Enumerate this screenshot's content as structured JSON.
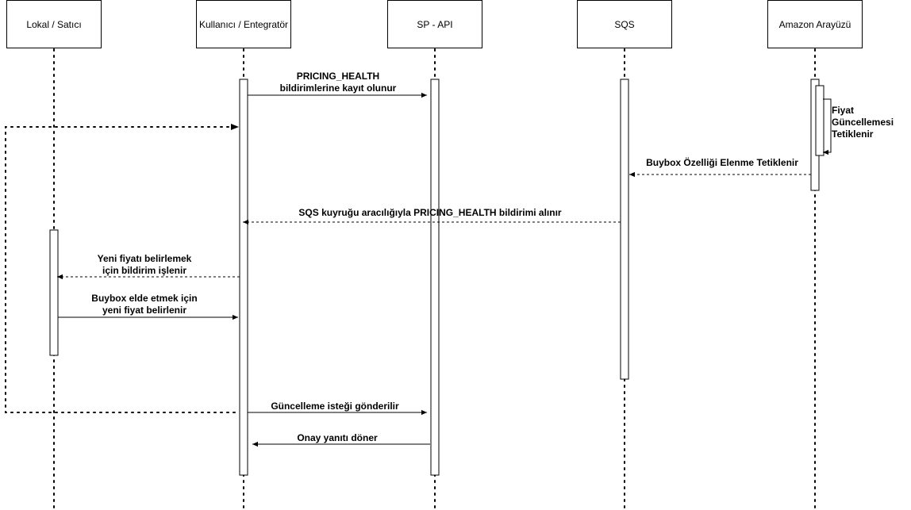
{
  "actors": [
    {
      "id": "lokal",
      "label": "Lokal / Satıcı"
    },
    {
      "id": "kullanici",
      "label": "Kullanıcı / Entegratör"
    },
    {
      "id": "spapi",
      "label": "SP - API"
    },
    {
      "id": "sqs",
      "label": "SQS"
    },
    {
      "id": "amazon",
      "label": "Amazon Arayüzü"
    }
  ],
  "messages": [
    {
      "id": "subscribe",
      "label": "PRICING_HEALTH\nbildirimlerine kayıt olunur",
      "from": "kullanici",
      "to": "spapi",
      "style": "solid"
    },
    {
      "id": "price-update-trigger",
      "label": "Fiyat\nGüncellemesi\nTetiklenir",
      "from": "amazon",
      "to": "amazon",
      "style": "solid"
    },
    {
      "id": "buybox-trigger",
      "label": "Buybox Özelliği Elenme Tetiklenir",
      "from": "amazon",
      "to": "sqs",
      "style": "dashed"
    },
    {
      "id": "sqs-receive",
      "label": "SQS kuyruğu aracılığıyla PRICING_HEALTH bildirimi alınır",
      "from": "sqs",
      "to": "kullanici",
      "style": "dashed"
    },
    {
      "id": "process-notification",
      "label": "Yeni fiyatı belirlemek\niçin bildirim işlenir",
      "from": "kullanici",
      "to": "lokal",
      "style": "dashed"
    },
    {
      "id": "set-new-price",
      "label": "Buybox elde etmek için\nyeni fiyat belirlenir",
      "from": "lokal",
      "to": "kullanici",
      "style": "solid"
    },
    {
      "id": "send-update",
      "label": "Güncelleme isteği gönderilir",
      "from": "kullanici",
      "to": "spapi",
      "style": "solid"
    },
    {
      "id": "confirmation",
      "label": "Onay yanıtı döner",
      "from": "spapi",
      "to": "kullanici",
      "style": "solid"
    }
  ]
}
